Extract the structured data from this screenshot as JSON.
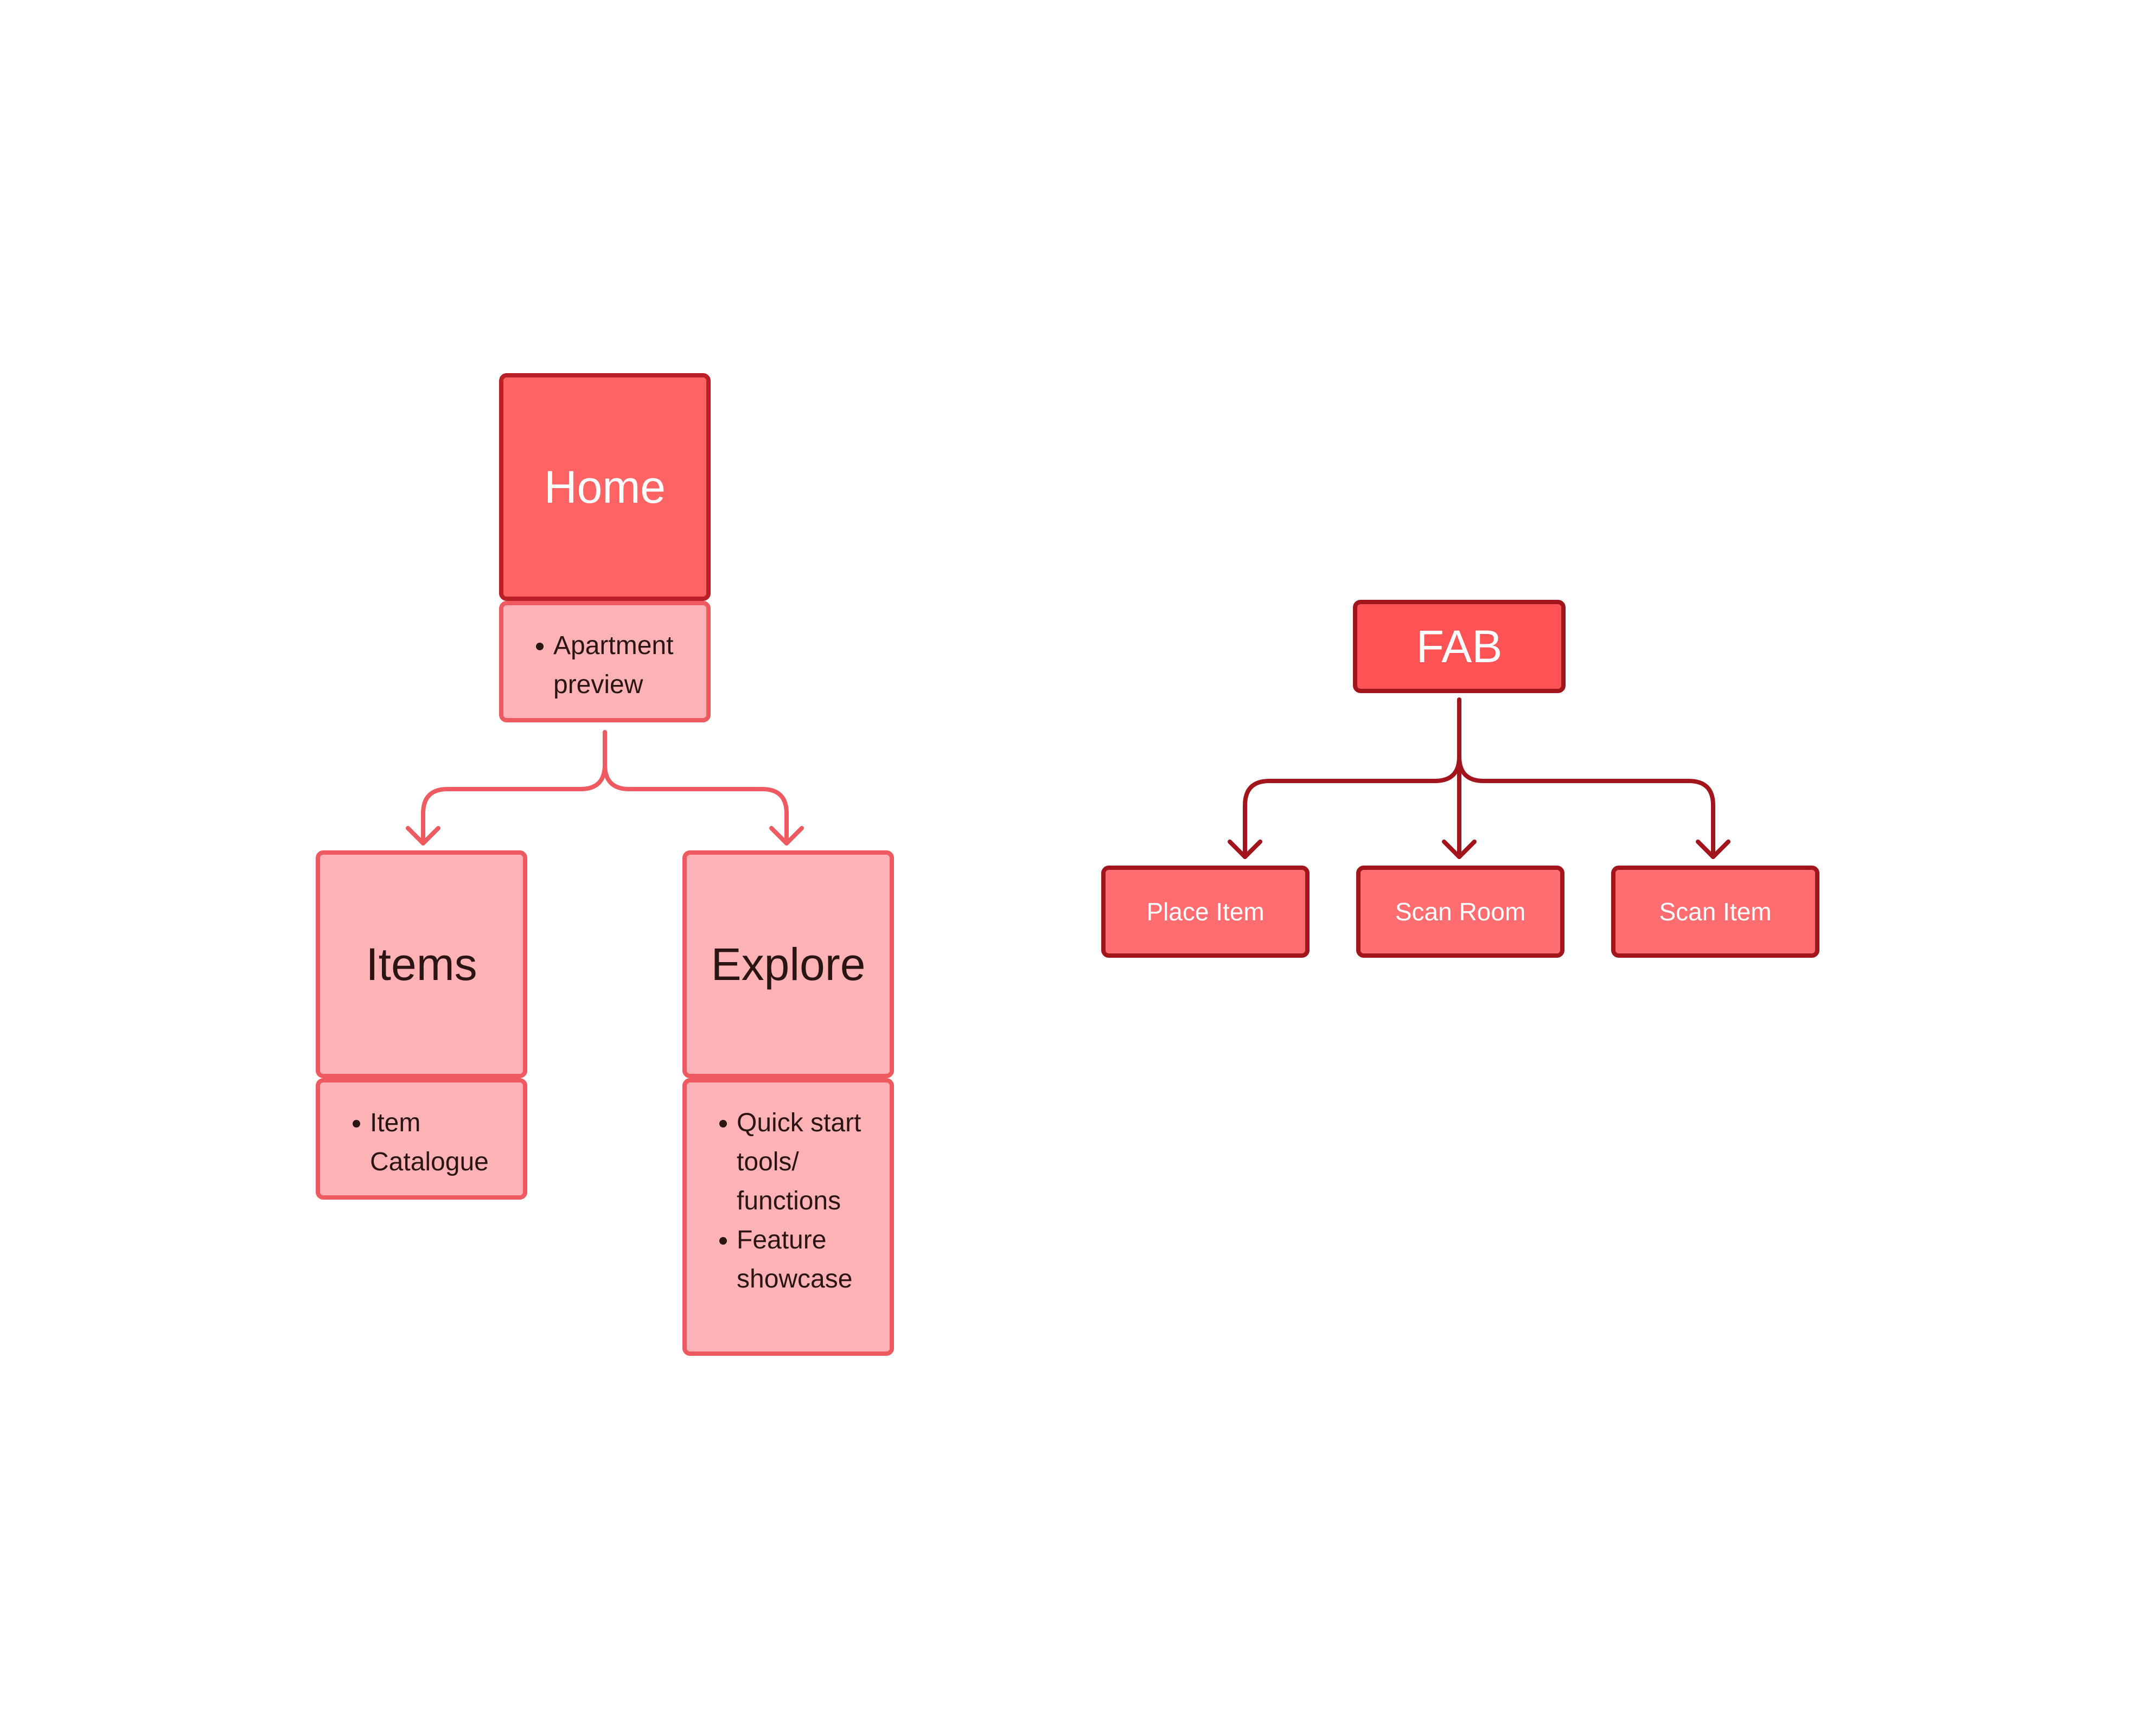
{
  "left_tree": {
    "root": {
      "label": "Home",
      "details": [
        "Apartment preview"
      ]
    },
    "children": [
      {
        "label": "Items",
        "details": [
          "Item Catalogue"
        ]
      },
      {
        "label": "Explore",
        "details": [
          "Quick start tools/ functions",
          "Feature showcase"
        ]
      }
    ]
  },
  "right_tree": {
    "root": {
      "label": "FAB"
    },
    "children": [
      {
        "label": "Place Item"
      },
      {
        "label": "Scan Room"
      },
      {
        "label": "Scan Item"
      }
    ]
  },
  "colors": {
    "primary_fill": "#ff6363",
    "primary_border": "#bb1f27",
    "secondary_fill": "#fdb3b6",
    "secondary_border": "#ee5a60",
    "fab_fill": "#ff5356",
    "fab_border": "#a2151c",
    "action_fill": "#ff6d70",
    "left_connector": "#ee5a60",
    "right_connector": "#a2151c"
  }
}
